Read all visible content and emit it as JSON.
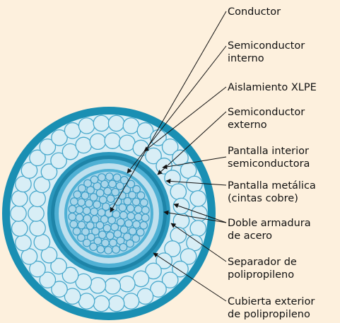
{
  "colors": {
    "background": "#fdf0dd",
    "outer_sheath": "#1a8fb3",
    "armour_fill": "#d8eef6",
    "armour_wire_stroke": "#4aa9cc",
    "separator": "#2a97bc",
    "metallic_screen": "#1e84a8",
    "insulation_xlpe": "#bfe0ee",
    "semiconductor": "#4fb0d4",
    "conductor_fill": "#a9d6ea",
    "conductor_wire": "#3d9ec7",
    "leader_line": "#111111"
  },
  "labels": [
    {
      "id": "conductor",
      "lines": [
        "Conductor"
      ]
    },
    {
      "id": "internal-semiconductor",
      "lines": [
        "Semiconductor",
        "interno"
      ]
    },
    {
      "id": "xlpe-insulation",
      "lines": [
        "Aislamiento XLPE"
      ]
    },
    {
      "id": "external-semiconductor",
      "lines": [
        "Semiconductor",
        "externo"
      ]
    },
    {
      "id": "inner-semiconducting-screen",
      "lines": [
        "Pantalla interior",
        "semiconductora"
      ]
    },
    {
      "id": "metallic-screen",
      "lines": [
        "Pantalla metálica",
        "(cintas cobre)"
      ]
    },
    {
      "id": "double-steel-armour",
      "lines": [
        "Doble armadura",
        "de acero"
      ]
    },
    {
      "id": "polypropylene-separator",
      "lines": [
        "Separador de",
        "polipropileno"
      ]
    },
    {
      "id": "polypropylene-outer-sheath",
      "lines": [
        "Cubierta exterior",
        "de polipropileno"
      ]
    }
  ]
}
